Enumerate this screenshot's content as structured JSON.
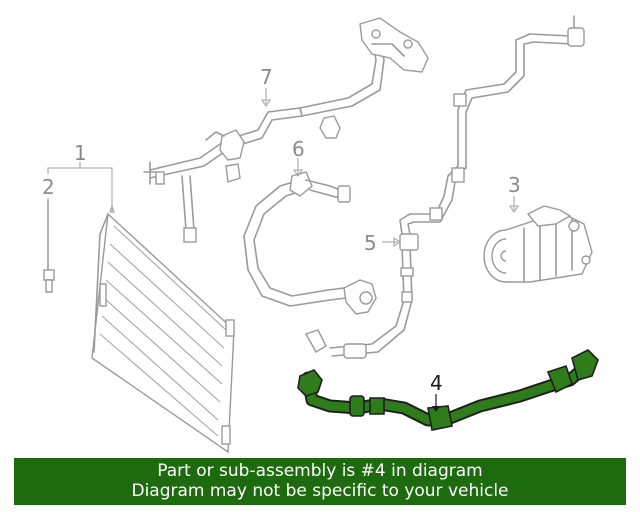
{
  "callouts": {
    "c1": "1",
    "c2": "2",
    "c3": "3",
    "c4": "4",
    "c5": "5",
    "c6": "6",
    "c7": "7"
  },
  "banner": {
    "line1": "Part or sub-assembly is #4 in diagram",
    "line2": "Diagram may not be specific to your vehicle"
  },
  "colors": {
    "highlight_part": "#2e7d1a",
    "banner_background": "#1e6b0f",
    "line_art": "#9a9a9a"
  }
}
